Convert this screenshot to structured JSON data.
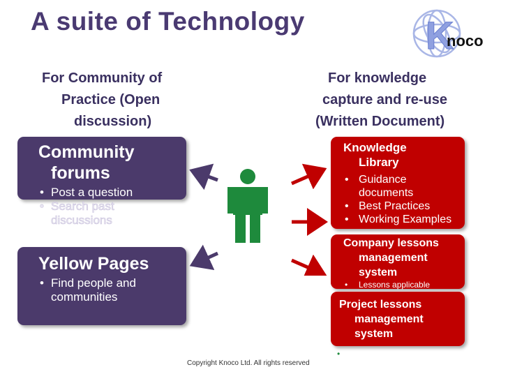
{
  "title": "A suite of Technology",
  "logo": {
    "text": "noco",
    "letter": "K",
    "colors": {
      "blue": "#6a7fd0",
      "dark": "#111111"
    }
  },
  "left_heading": [
    "For Community of",
    "Practice (Open",
    "discussion)"
  ],
  "right_heading": [
    "For knowledge",
    "capture and re-use",
    "(Written Document)"
  ],
  "community_forums": {
    "title": [
      "Community",
      "forums"
    ],
    "bullets": [
      "Post a question",
      "Search past",
      "discussions"
    ]
  },
  "yellow_pages": {
    "title": "Yellow Pages",
    "bullets": [
      "Find people and",
      "communities"
    ]
  },
  "knowledge_library": {
    "title": [
      "Knowledge",
      "Library"
    ],
    "bullets": [
      "Guidance",
      "documents",
      "Best Practices",
      "Working Examples"
    ]
  },
  "company_lessons": {
    "title": [
      "Company lessons",
      "management",
      "system"
    ],
    "bullets": [
      "Lessons applicable"
    ]
  },
  "project_lessons": {
    "title": [
      "Project lessons",
      "management",
      "system"
    ]
  },
  "bullet_glyph": "•",
  "copyright": "Copyright Knoco Ltd. All rights reserved",
  "colors": {
    "purple": "#4b3a6b",
    "red": "#c00000",
    "green": "#1e8a3c",
    "arrow_purple": "#4b3a6b",
    "arrow_red": "#c00000"
  }
}
